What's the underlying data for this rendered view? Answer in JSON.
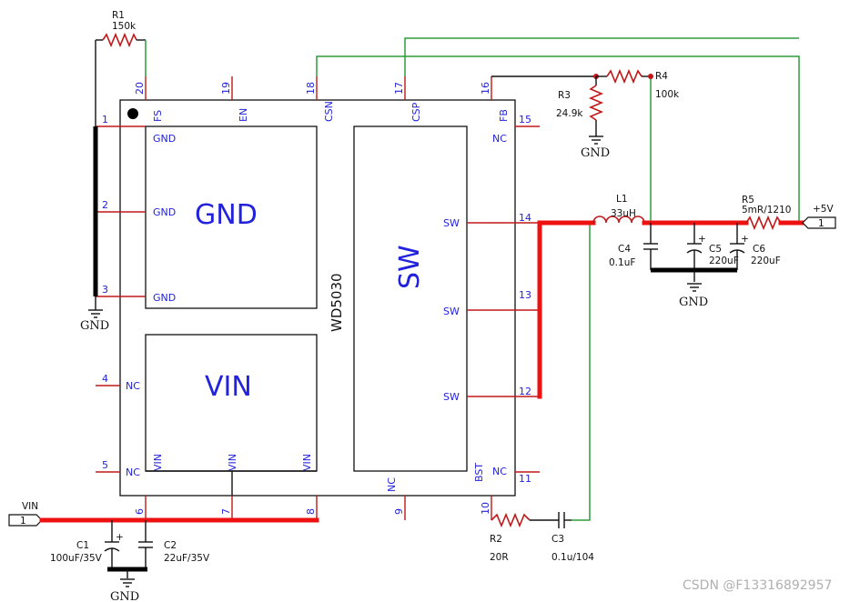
{
  "chip": {
    "name": "WD5030",
    "gnd_pad": "GND",
    "vin_pad": "VIN",
    "sw_pad": "SW",
    "pin_numbers": [
      "1",
      "2",
      "3",
      "4",
      "5",
      "6",
      "7",
      "8",
      "9",
      "10",
      "11",
      "12",
      "13",
      "14",
      "15",
      "16",
      "17",
      "18",
      "19",
      "20"
    ],
    "pin_names": {
      "FS": "FS",
      "EN": "EN",
      "CSN": "CSN",
      "CSP": "CSP",
      "FB": "FB",
      "GND": "GND",
      "NC": "NC",
      "VIN": "VIN",
      "SW": "SW",
      "BST": "BST"
    }
  },
  "components": {
    "R1": {
      "ref": "R1",
      "value": "150k"
    },
    "R2": {
      "ref": "R2",
      "value": "20R"
    },
    "R3": {
      "ref": "R3",
      "value": "24.9k"
    },
    "R4": {
      "ref": "R4",
      "value": "100k"
    },
    "R5": {
      "ref": "R5",
      "value": "5mR/1210"
    },
    "L1": {
      "ref": "L1",
      "value": "33uH"
    },
    "C1": {
      "ref": "C1",
      "value": "100uF/35V"
    },
    "C2": {
      "ref": "C2",
      "value": "22uF/35V"
    },
    "C3": {
      "ref": "C3",
      "value": "0.1u/104"
    },
    "C4": {
      "ref": "C4",
      "value": "0.1uF"
    },
    "C5": {
      "ref": "C5",
      "value": "220uF"
    },
    "C6": {
      "ref": "C6",
      "value": "220uF"
    }
  },
  "nets": {
    "vin": "VIN",
    "out": "+5V",
    "gnd": "GND",
    "port_num": "1",
    "plus": "+"
  },
  "colors": {
    "power_wire": "#ee1111",
    "feedback_wire": "#2e9e3a",
    "pin_text": "#2222dd",
    "ground_bar": "#000000"
  },
  "watermark": "CSDN @F13316892957"
}
